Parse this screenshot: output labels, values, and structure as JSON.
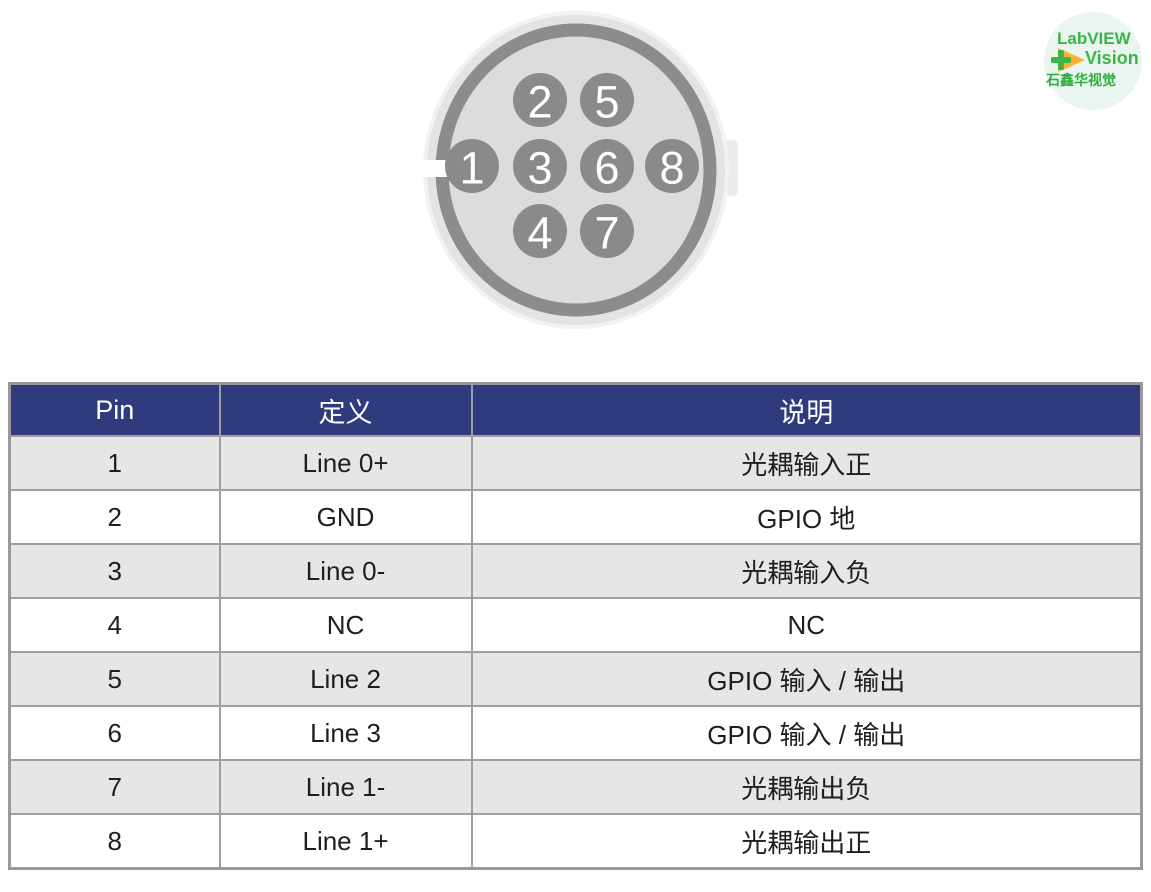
{
  "logo": {
    "line1": "LabVIEW",
    "line2": "Vision",
    "line3": "石鑫华视觉",
    "green": "#3cb44a",
    "dark_green": "#2fae3e",
    "yellow": "#f9b233",
    "circle_bg": "#e9f5ee"
  },
  "connector": {
    "description": "8-pin circular connector front view",
    "pins": [
      "1",
      "2",
      "3",
      "4",
      "5",
      "6",
      "7",
      "8"
    ],
    "colors": {
      "outer_face": "#e3e3e3",
      "inner_face": "#dcdcdc",
      "ring": "#8c8c8c",
      "pin_circle": "#8a8a8a",
      "pin_number": "#ffffff"
    }
  },
  "table": {
    "headers": [
      "Pin",
      "定义",
      "说明"
    ],
    "rows": [
      [
        "1",
        "Line 0+",
        "光耦输入正"
      ],
      [
        "2",
        "GND",
        "GPIO 地"
      ],
      [
        "3",
        "Line 0-",
        "光耦输入负"
      ],
      [
        "4",
        "NC",
        "NC"
      ],
      [
        "5",
        "Line 2",
        "GPIO 输入 / 输出"
      ],
      [
        "6",
        "Line 3",
        "GPIO 输入 / 输出"
      ],
      [
        "7",
        "Line 1-",
        "光耦输出负"
      ],
      [
        "8",
        "Line 1+",
        "光耦输出正"
      ]
    ],
    "header_bg": "#2f3b7c",
    "header_text": "#ffffff",
    "row_alt_bg": "#e6e6e6",
    "row_bg": "#ffffff",
    "border_color": "#9da0a3"
  }
}
